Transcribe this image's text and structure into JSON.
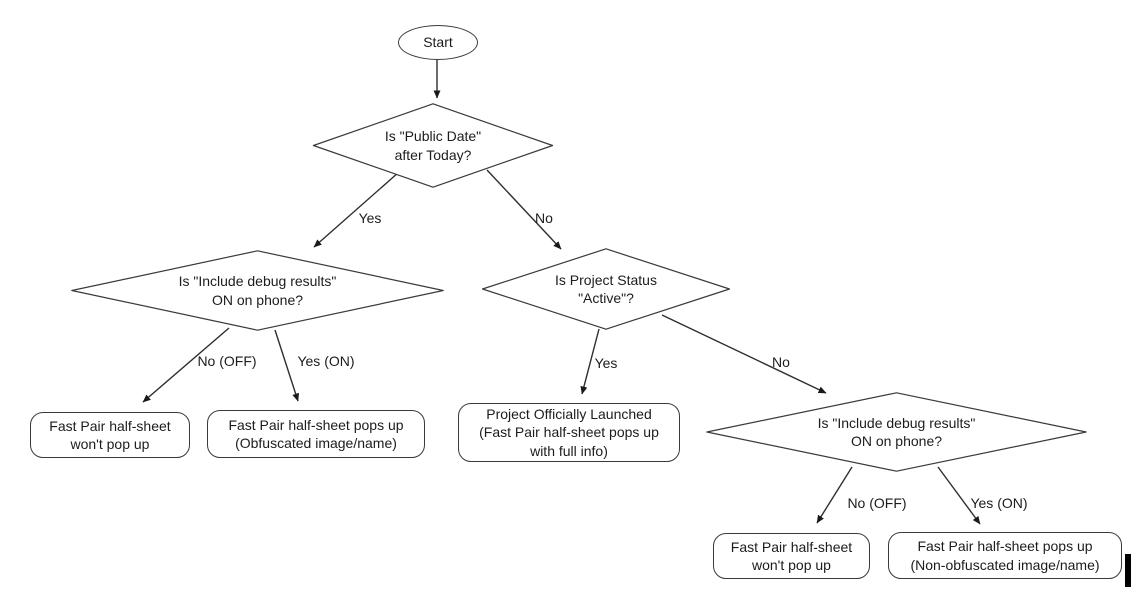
{
  "diagram": {
    "type": "flowchart",
    "background_color": "#ffffff",
    "stroke_color": "#3a3a3a",
    "text_color": "#1c1c1c",
    "nodes": {
      "start": {
        "shape": "ellipse",
        "label": "Start"
      },
      "public_date": {
        "shape": "decision",
        "label": "Is \"Public Date\"\nafter Today?"
      },
      "debug_left": {
        "shape": "decision",
        "label": "Is \"Include debug results\"\nON on phone?"
      },
      "project_status": {
        "shape": "decision",
        "label": "Is Project Status\n\"Active\"?"
      },
      "debug_right": {
        "shape": "decision",
        "label": "Is \"Include debug results\"\nON on phone?"
      },
      "no_popup_left": {
        "shape": "terminal",
        "label": "Fast Pair half-sheet\nwon't pop up"
      },
      "obfuscated": {
        "shape": "terminal",
        "label": "Fast Pair half-sheet pops up\n(Obfuscated image/name)"
      },
      "launched": {
        "shape": "terminal",
        "label": "Project Officially Launched\n(Fast Pair half-sheet pops up\nwith full info)"
      },
      "no_popup_right": {
        "shape": "terminal",
        "label": "Fast Pair half-sheet\nwon't pop up"
      },
      "non_obfuscated": {
        "shape": "terminal",
        "label": "Fast Pair half-sheet pops up\n(Non-obfuscated image/name)"
      }
    },
    "edge_labels": {
      "public_yes": "Yes",
      "public_no": "No",
      "debug_left_no": "No (OFF)",
      "debug_left_yes": "Yes (ON)",
      "status_yes": "Yes",
      "status_no": "No",
      "debug_right_no": "No (OFF)",
      "debug_right_yes": "Yes (ON)"
    }
  }
}
